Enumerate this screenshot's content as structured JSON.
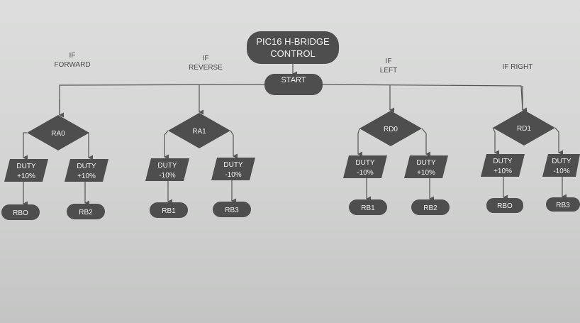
{
  "title": {
    "line1": "PIC16 H-BRIDGE",
    "line2": "CONTROL"
  },
  "start": "START",
  "conditions": [
    {
      "line1": "IF",
      "line2": "FORWARD"
    },
    {
      "line1": "IF",
      "line2": "REVERSE"
    },
    {
      "line1": "IF",
      "line2": "LEFT"
    },
    {
      "line1": "",
      "line2": "IF RIGHT"
    }
  ],
  "decisions": [
    "RA0",
    "RA1",
    "RD0",
    "RD1"
  ],
  "duty": [
    {
      "line1": "DUTY",
      "line2": "+10%"
    },
    {
      "line1": "DUTY",
      "line2": "+10%"
    },
    {
      "line1": "DUTY",
      "line2": "-10%"
    },
    {
      "line1": "DUTY",
      "line2": "-10%"
    },
    {
      "line1": "DUTY",
      "line2": "-10%"
    },
    {
      "line1": "DUTY",
      "line2": "+10%"
    },
    {
      "line1": "DUTY",
      "line2": "+10%"
    },
    {
      "line1": "DUTY",
      "line2": "-10%"
    }
  ],
  "outputs": [
    "RBO",
    "RB2",
    "RB1",
    "RB3",
    "RB1",
    "RB2",
    "RBO",
    "RB3"
  ],
  "colors": {
    "shape": "#4e4e4e",
    "line": "#555555",
    "text": "#f2f2f2"
  }
}
